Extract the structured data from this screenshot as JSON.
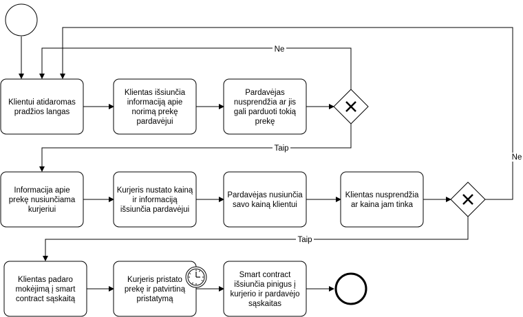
{
  "tasks": [
    {
      "id": "t1",
      "lines": [
        "Klientui atidaromas",
        "pradžios langas"
      ]
    },
    {
      "id": "t2",
      "lines": [
        "Klientas išsiunčia",
        "informaciją apie",
        "norimą prekę",
        "pardavėjui"
      ]
    },
    {
      "id": "t3",
      "lines": [
        "Pardavėjas",
        "nusprendžia ar jis",
        "gali parduoti tokią",
        "prekę"
      ]
    },
    {
      "id": "t4",
      "lines": [
        "Informacija apie",
        "prekę nusiunčiama",
        "kurjeriui"
      ]
    },
    {
      "id": "t5",
      "lines": [
        "Kurjeris nustato kainą",
        "ir informaciją",
        "išsiunčia pardavėjui"
      ]
    },
    {
      "id": "t6",
      "lines": [
        "Pardavėjas nusiunčia",
        "savo kainą klientui"
      ]
    },
    {
      "id": "t7",
      "lines": [
        "Klientas nusprendžia",
        "ar kaina jam tinka"
      ]
    },
    {
      "id": "t8",
      "lines": [
        "Klientas padaro",
        "mokėjimą į smart",
        "contract sąskaitą"
      ]
    },
    {
      "id": "t9",
      "lines": [
        "Kurjeris pristato",
        "prekę ir patvirtiną",
        "pristatymą"
      ]
    },
    {
      "id": "t10",
      "lines": [
        "Smart contract",
        "išsiunčia pinigus į",
        "kurjerio ir pardavėjo",
        "sąskaitas"
      ]
    }
  ],
  "edge_labels": {
    "gw1_no": "Ne",
    "gw1_yes": "Taip",
    "gw2_no": "Ne",
    "gw2_yes": "Taip"
  },
  "icons": {
    "start": "start-event-circle",
    "end": "end-event-circle",
    "gateway": "exclusive-gateway-x",
    "timer": "timer-clock-icon"
  }
}
